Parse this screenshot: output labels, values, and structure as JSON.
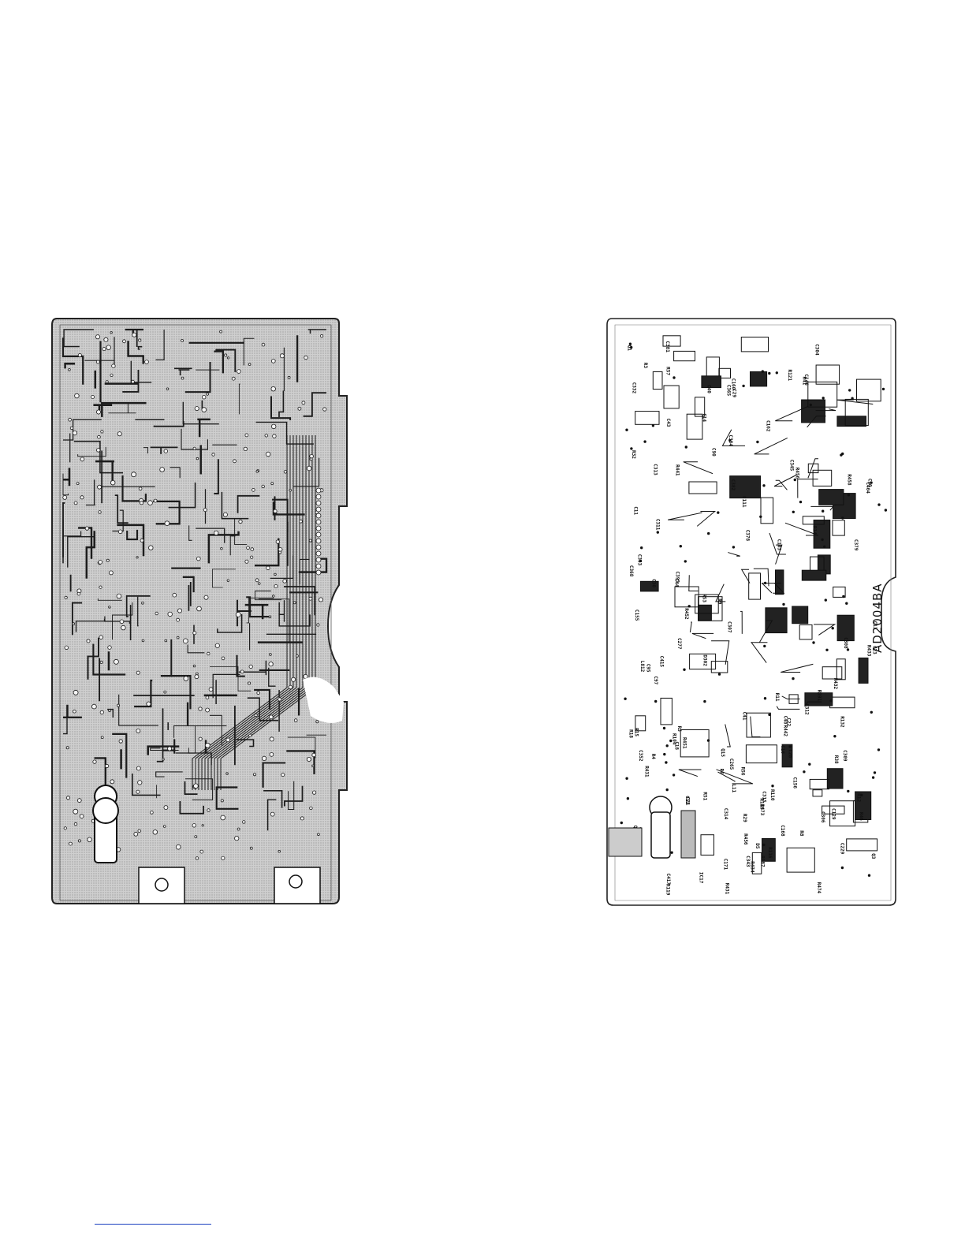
{
  "right_board": {
    "board_code": "AD2004BA",
    "component_labels": [
      "C22",
      "C14",
      "R9",
      "C21",
      "C393",
      "C343",
      "C352",
      "C95",
      "C332",
      "C265",
      "IC17",
      "C90",
      "C345",
      "C346",
      "R391",
      "C30",
      "R18",
      "C16",
      "R4",
      "C18",
      "C12",
      "C13",
      "C11",
      "C10",
      "R3",
      "C309",
      "C311",
      "C312",
      "C368",
      "C363",
      "R451",
      "R432",
      "R431",
      "R433",
      "R442",
      "C315",
      "R452",
      "C304",
      "C306",
      "C314",
      "R473",
      "C313",
      "R474",
      "D302",
      "R458",
      "R456",
      "C307",
      "C382",
      "R456",
      "C381",
      "L812",
      "C378",
      "C379",
      "C415",
      "Q16",
      "Q3",
      "C23",
      "R29",
      "R41",
      "R46",
      "C97",
      "C160",
      "R51",
      "R53",
      "C111",
      "R56",
      "Q15",
      "R57",
      "C146",
      "C156",
      "R132",
      "R431",
      "R434",
      "C308",
      "C229",
      "C277",
      "R187",
      "C384",
      "R453",
      "R441",
      "C365",
      "C103",
      "R104",
      "C417",
      "C404",
      "R38",
      "R32",
      "D5",
      "C41",
      "C40",
      "C48",
      "L11",
      "C171",
      "C168",
      "C155",
      "C162",
      "C129",
      "R121",
      "R119",
      "R116",
      "R110",
      "R115",
      "C44",
      "C43",
      "Q1",
      "R15",
      "R14",
      "R12",
      "C29",
      "C28",
      "R11",
      "R8",
      "R5",
      "R6"
    ]
  }
}
